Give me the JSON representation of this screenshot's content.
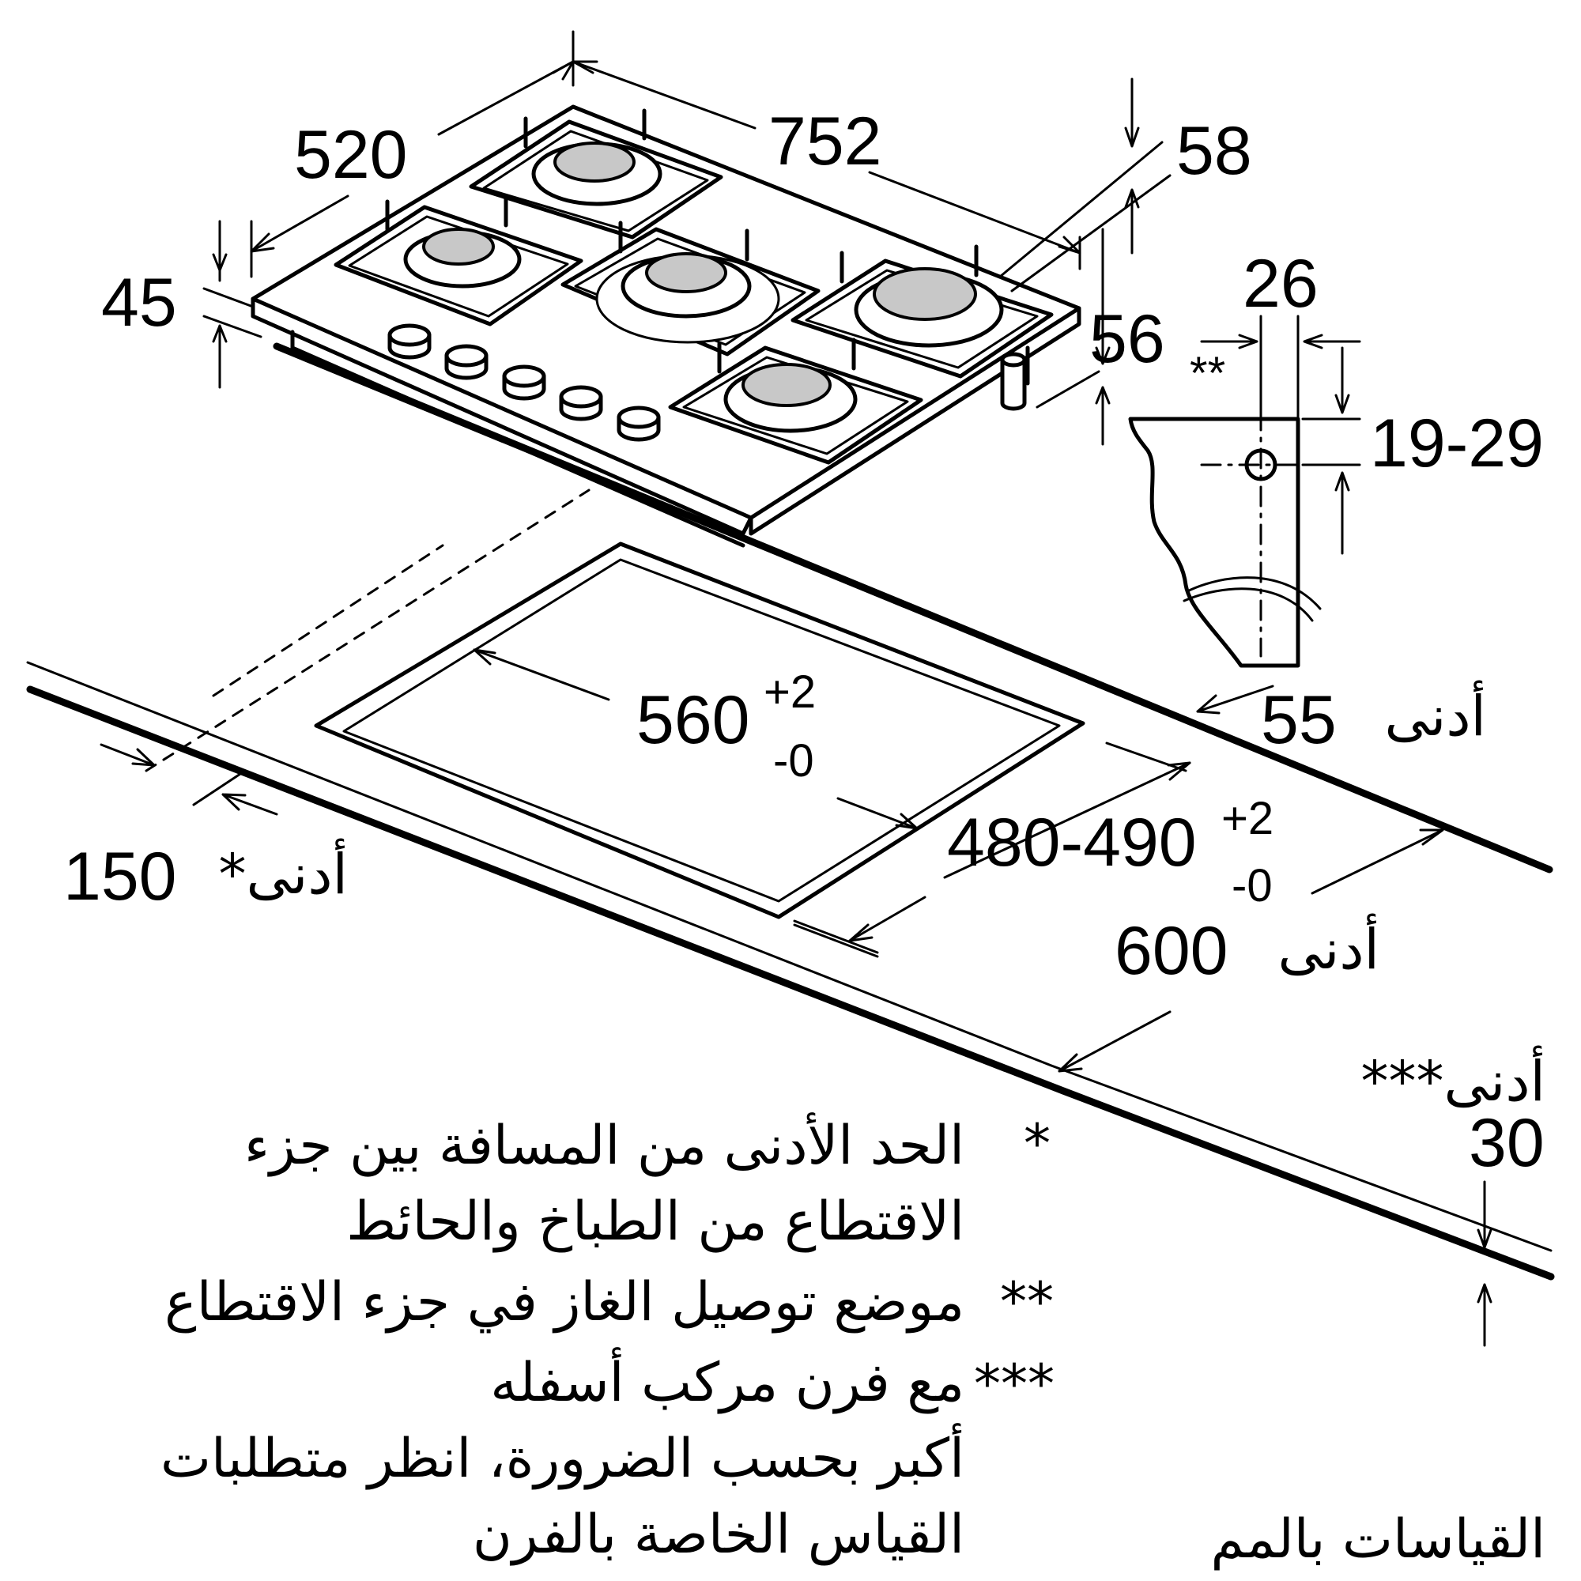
{
  "dimensions": {
    "width": "752",
    "depth": "520",
    "hob_height": "45",
    "rear_height": "58",
    "side_height": "56",
    "gas_offset": "26",
    "gas_offset_marker": "**",
    "gas_height": "19-29",
    "cutout_width_base": "560",
    "cutout_width_tol_plus": "+2",
    "cutout_width_tol_minus": "-0",
    "cutout_depth_base": "480-490",
    "cutout_depth_tol_plus": "+2",
    "cutout_depth_tol_minus": "-0",
    "min_rear": "55",
    "min_rear_label": "أدنى",
    "min_wall": "150",
    "min_wall_label": "*أدنى",
    "min_depth": "600",
    "min_depth_label": "أدنى",
    "min_oven_label": "***أدنى",
    "min_oven": "30"
  },
  "notes": [
    {
      "marker": "*",
      "lines": [
        "الحد الأدنى من المسافة بين جزء",
        "الاقتطاع من الطباخ والحائط"
      ]
    },
    {
      "marker": "**",
      "lines": [
        "موضع توصيل الغاز في جزء الاقتطاع"
      ]
    },
    {
      "marker": "***",
      "lines": [
        "مع فرن مركب أسفله",
        "أكبر بحسب الضرورة، انظر متطلبات",
        "القياس الخاصة بالفرن"
      ]
    }
  ],
  "footer": "القياسات بالمم"
}
